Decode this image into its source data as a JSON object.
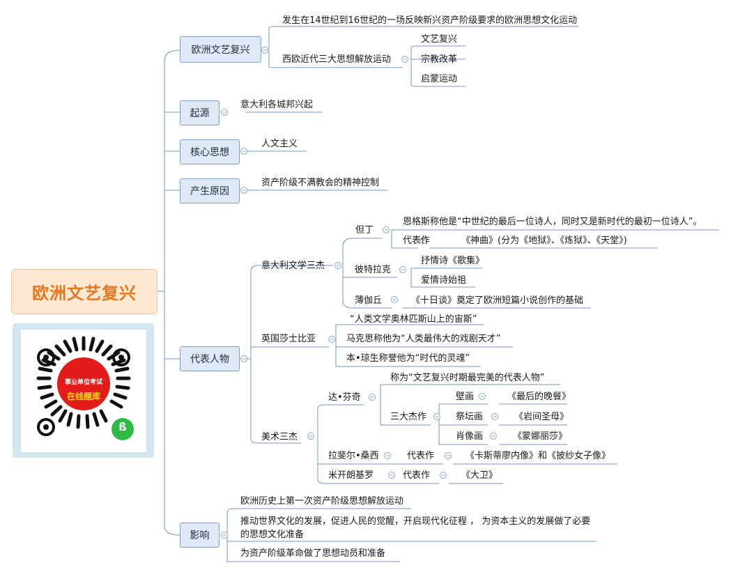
{
  "root": {
    "title": "欧洲文艺复兴"
  },
  "qr": {
    "line1": "事业单位考试",
    "line2": "在线题库",
    "mini_program_icon": "wechat-mini-program-icon"
  },
  "renaissance": {
    "label": "欧洲文艺复兴",
    "desc": "发生在14世纪到16世纪的一场反映新兴资产阶级要求的欧洲思想文化运动",
    "three_label": "西欧近代三大思想解放运动",
    "three_items": [
      "文艺复兴",
      "宗教改革",
      "启蒙运动"
    ]
  },
  "origin": {
    "label": "起源",
    "text": "意大利各城邦兴起"
  },
  "core": {
    "label": "核心思想",
    "text": "人文主义"
  },
  "cause": {
    "label": "产生原因",
    "text": "资产阶级不满教会的精神控制"
  },
  "figures": {
    "label": "代表人物",
    "italy": {
      "label": "意大利文学三杰",
      "dante": {
        "name": "但丁",
        "quote": "恩格斯称他是“中世纪的最后一位诗人，同时又是新时代的最初一位诗人”。",
        "works_label": "代表作",
        "works": "《神曲》(分为《地狱》、《炼狱》、《天堂》)"
      },
      "petrarch": {
        "name": "彼特拉克",
        "item1": "抒情诗《歌集》",
        "item2": "爱情诗始祖"
      },
      "boccaccio": {
        "name": "薄伽丘",
        "work": "《十日谈》奠定了欧洲短篇小说创作的基础"
      }
    },
    "shakespeare": {
      "label": "英国莎士比亚",
      "items": [
        "“人类文学奥林匹斯山上的宙斯”",
        "马克思称他为“人类最伟大的戏剧天才”",
        "本•琼生称誉他为“时代的灵魂”"
      ]
    },
    "art": {
      "label": "美术三杰",
      "davinci": {
        "name": "达•芬奇",
        "praise": "称为“文艺复兴时期最完美的代表人物”",
        "works_label": "三大杰作",
        "works": [
          {
            "type": "壁画",
            "title": "《最后的晚餐》"
          },
          {
            "type": "祭坛画",
            "title": "《岩间圣母》"
          },
          {
            "type": "肖像画",
            "title": "《蒙娜丽莎》"
          }
        ]
      },
      "raphael": {
        "name": "拉斐尔•桑西",
        "works_label": "代表作",
        "works": "《卡斯蒂廖内像》和《披纱女子像》"
      },
      "michelangelo": {
        "name": "米开朗基罗",
        "works_label": "代表作",
        "works": "《大卫》"
      }
    }
  },
  "impact": {
    "label": "影响",
    "items": [
      "欧洲历史上第一次资产阶级思想解放运动",
      "推动世界文化的发展，促进人民的觉醒，开启现代化征程 ， 为资本主义的发展做了必要的思想文化准备",
      "为资产阶级革命做了思想动员和准备"
    ]
  },
  "colors": {
    "line": "#6f94c4",
    "node_fill": "#dfe8f5",
    "root_text": "#e8761b"
  }
}
